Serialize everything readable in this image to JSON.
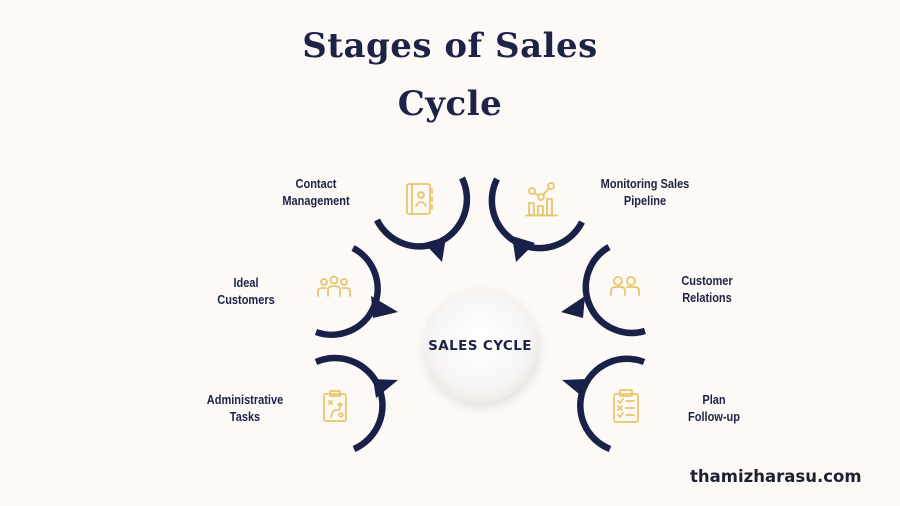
{
  "title": {
    "line1": "Stages of Sales",
    "line2": "Cycle"
  },
  "center": {
    "label": "SALES CYCLE"
  },
  "stages": [
    {
      "line1": "Contact",
      "line2": "Management",
      "icon": "address-book-icon"
    },
    {
      "line1": "Monitoring Sales",
      "line2": "Pipeline",
      "icon": "chart-analytics-icon"
    },
    {
      "line1": "Ideal",
      "line2": "Customers",
      "icon": "group-people-icon"
    },
    {
      "line1": "Customer",
      "line2": "Relations",
      "icon": "two-people-icon"
    },
    {
      "line1": "Administrative",
      "line2": "Tasks",
      "icon": "strategy-clipboard-icon"
    },
    {
      "line1": "Plan",
      "line2": "Follow-up",
      "icon": "checklist-clipboard-icon"
    }
  ],
  "footer": {
    "site": "thamizharasu.com"
  },
  "colors": {
    "background": "#fcf9f6",
    "navy": "#1a2148",
    "gold": "#e8c66a",
    "center_circle": "#f7f5f4"
  }
}
